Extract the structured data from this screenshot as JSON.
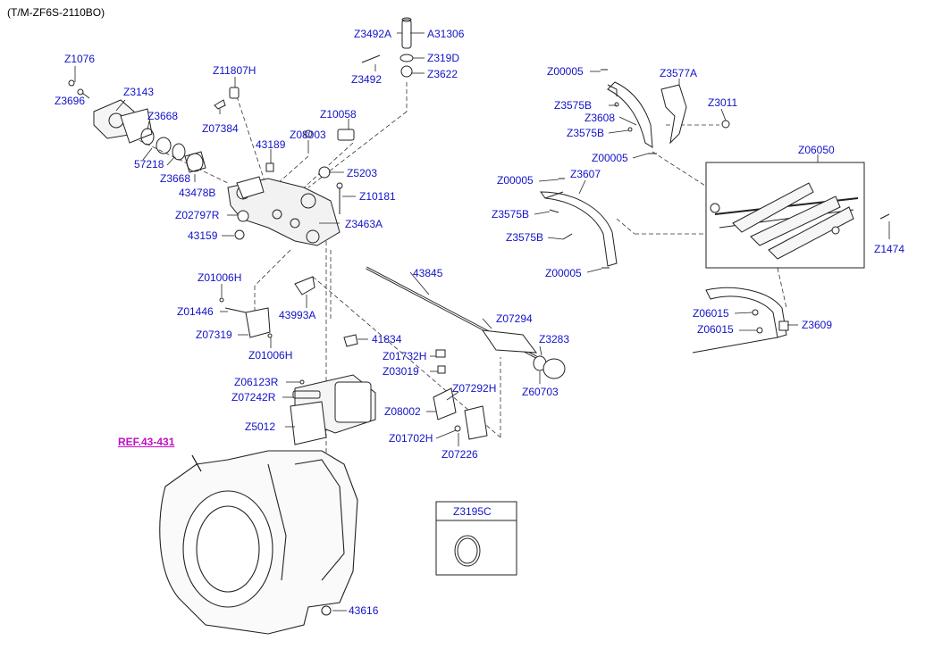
{
  "header": {
    "code": "(T/M-ZF6S-2110BO)"
  },
  "reference": {
    "text": "REF.43-431"
  },
  "detail_box": {
    "label": "Z3195C"
  },
  "parts": [
    {
      "id": "p_z1076",
      "label": "Z1076"
    },
    {
      "id": "p_z3696",
      "label": "Z3696"
    },
    {
      "id": "p_z3143",
      "label": "Z3143"
    },
    {
      "id": "p_z3668a",
      "label": "Z3668"
    },
    {
      "id": "p_57218",
      "label": "57218"
    },
    {
      "id": "p_z3668b",
      "label": "Z3668"
    },
    {
      "id": "p_43478b",
      "label": "43478B"
    },
    {
      "id": "p_z11807h",
      "label": "Z11807H"
    },
    {
      "id": "p_z07384",
      "label": "Z07384"
    },
    {
      "id": "p_z3492a",
      "label": "Z3492A"
    },
    {
      "id": "p_a31306",
      "label": "A31306"
    },
    {
      "id": "p_z319d",
      "label": "Z319D"
    },
    {
      "id": "p_z3492",
      "label": "Z3492"
    },
    {
      "id": "p_z3622",
      "label": "Z3622"
    },
    {
      "id": "p_z10058",
      "label": "Z10058"
    },
    {
      "id": "p_z08003",
      "label": "Z08003"
    },
    {
      "id": "p_43189",
      "label": "43189"
    },
    {
      "id": "p_z5203",
      "label": "Z5203"
    },
    {
      "id": "p_z10181",
      "label": "Z10181"
    },
    {
      "id": "p_z02797r",
      "label": "Z02797R"
    },
    {
      "id": "p_z3463a",
      "label": "Z3463A"
    },
    {
      "id": "p_43159",
      "label": "43159"
    },
    {
      "id": "p_z01006h_a",
      "label": "Z01006H"
    },
    {
      "id": "p_z01446",
      "label": "Z01446"
    },
    {
      "id": "p_43993a",
      "label": "43993A"
    },
    {
      "id": "p_z07319",
      "label": "Z07319"
    },
    {
      "id": "p_z01006h_b",
      "label": "Z01006H"
    },
    {
      "id": "p_43845",
      "label": "43845"
    },
    {
      "id": "p_41834",
      "label": "41834"
    },
    {
      "id": "p_z07294",
      "label": "Z07294"
    },
    {
      "id": "p_z3283",
      "label": "Z3283"
    },
    {
      "id": "p_z01732h",
      "label": "Z01732H"
    },
    {
      "id": "p_z03019",
      "label": "Z03019"
    },
    {
      "id": "p_z07292h",
      "label": "Z07292H"
    },
    {
      "id": "p_z60703",
      "label": "Z60703"
    },
    {
      "id": "p_z06123r",
      "label": "Z06123R"
    },
    {
      "id": "p_z07242r",
      "label": "Z07242R"
    },
    {
      "id": "p_z08002",
      "label": "Z08002"
    },
    {
      "id": "p_z5012",
      "label": "Z5012"
    },
    {
      "id": "p_z01702h",
      "label": "Z01702H"
    },
    {
      "id": "p_z07226",
      "label": "Z07226"
    },
    {
      "id": "p_43616",
      "label": "43616"
    },
    {
      "id": "p_z00005a",
      "label": "Z00005"
    },
    {
      "id": "p_z3577a",
      "label": "Z3577A"
    },
    {
      "id": "p_z3575b_a",
      "label": "Z3575B"
    },
    {
      "id": "p_z3011",
      "label": "Z3011"
    },
    {
      "id": "p_z3608",
      "label": "Z3608"
    },
    {
      "id": "p_z3575b_b",
      "label": "Z3575B"
    },
    {
      "id": "p_z00005b",
      "label": "Z00005"
    },
    {
      "id": "p_z06050",
      "label": "Z06050"
    },
    {
      "id": "p_z00005c",
      "label": "Z00005"
    },
    {
      "id": "p_z3607",
      "label": "Z3607"
    },
    {
      "id": "p_z3575b_c",
      "label": "Z3575B"
    },
    {
      "id": "p_z3575b_d",
      "label": "Z3575B"
    },
    {
      "id": "p_z1474",
      "label": "Z1474"
    },
    {
      "id": "p_z00005d",
      "label": "Z00005"
    },
    {
      "id": "p_z06015a",
      "label": "Z06015"
    },
    {
      "id": "p_z3609",
      "label": "Z3609"
    },
    {
      "id": "p_z06015b",
      "label": "Z06015"
    }
  ]
}
